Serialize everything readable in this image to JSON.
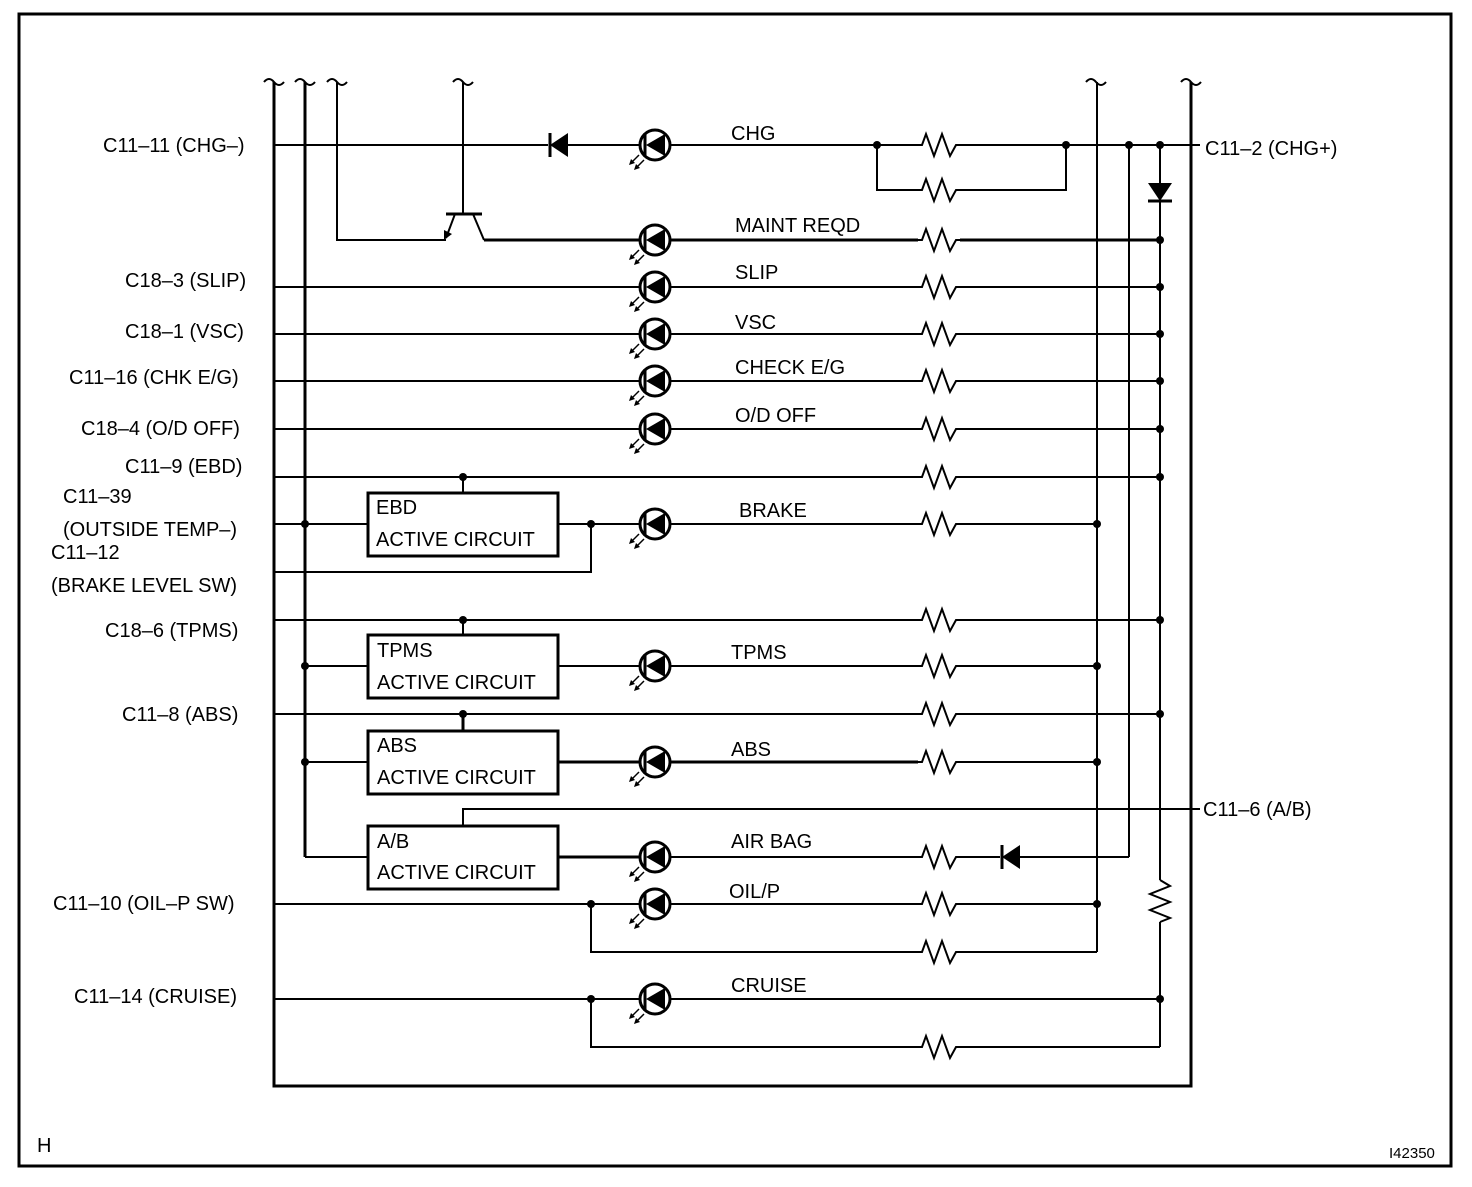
{
  "figure_id": "I42350",
  "corner_letter": "H",
  "left_connectors": {
    "chg_minus": "C11–11 (CHG–)",
    "slip": "C18–3 (SLIP)",
    "vsc": "C18–1 (VSC)",
    "chk_eg": "C11–16 (CHK E/G)",
    "od_off": "C18–4 (O/D OFF)",
    "ebd": "C11–9 (EBD)",
    "outside_temp_1": "C11–39",
    "outside_temp_2": "(OUTSIDE TEMP–)",
    "brake_level_1": "C11–12",
    "brake_level_2": "(BRAKE LEVEL SW)",
    "tpms": "C18–6 (TPMS)",
    "abs": "C11–8 (ABS)",
    "oilp": "C11–10 (OIL–P SW)",
    "cruise": "C11–14 (CRUISE)"
  },
  "right_connectors": {
    "chg_plus": "C11–2 (CHG+)",
    "airbag": "C11–6 (A/B)"
  },
  "indicators": {
    "chg": "CHG",
    "maint": "MAINT REQD",
    "slip": "SLIP",
    "vsc": "VSC",
    "check_eg": "CHECK E/G",
    "od_off": "O/D OFF",
    "brake": "BRAKE",
    "tpms": "TPMS",
    "abs": "ABS",
    "airbag": "AIR BAG",
    "oilp": "OIL/P",
    "cruise": "CRUISE"
  },
  "circuits": {
    "ebd_name": "EBD",
    "tpms_name": "TPMS",
    "abs_name": "ABS",
    "ab_name": "A/B",
    "sub": "ACTIVE CIRCUIT"
  },
  "icons": [
    "led-icon",
    "diode-icon",
    "resistor-icon",
    "transistor-icon",
    "break-mark-icon"
  ]
}
